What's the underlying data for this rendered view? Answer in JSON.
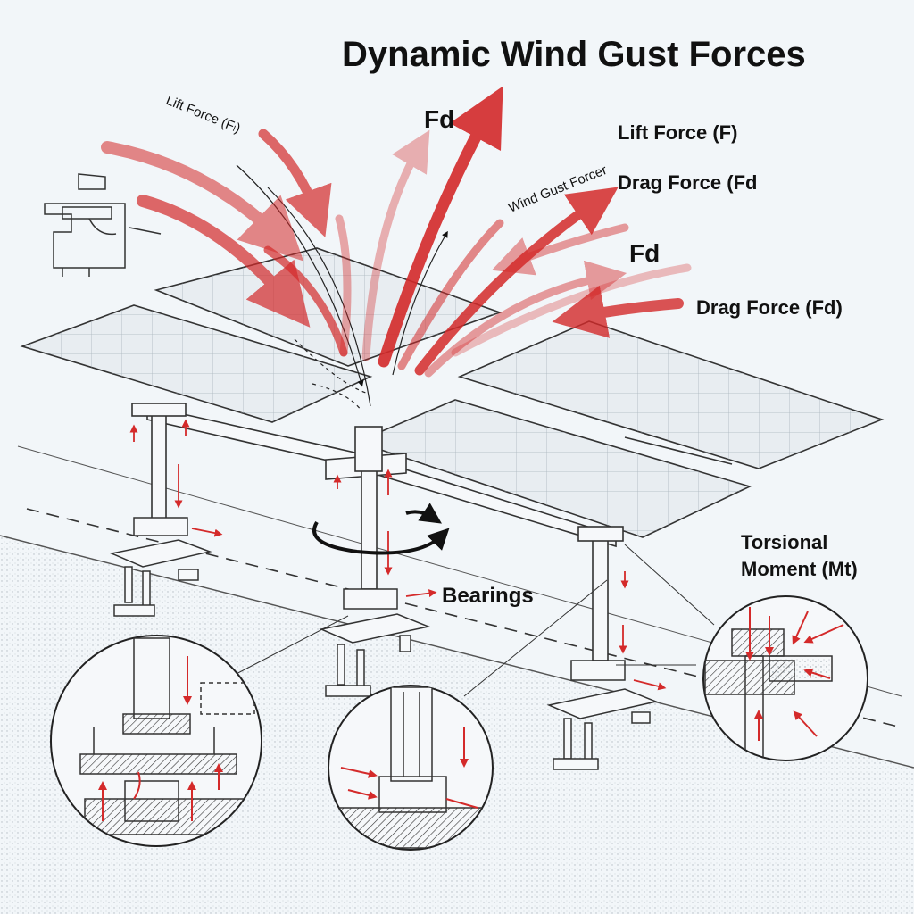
{
  "title": "Dynamic Wind Gust Forces",
  "labels": {
    "lift_force_rotated": "Lift Force (Fₗ)",
    "wind_gust": "Wind Gust Forcer",
    "fd_top": "Fd",
    "lift_force": "Lift Force (F)",
    "drag_force_1": "Drag Force (Fd",
    "fd_mid": "Fd",
    "drag_force_2": "Drag Force (Fd)",
    "torsional_line1": "Torsional",
    "torsional_line2": "Moment (Mt)",
    "bearings": "Bearings"
  },
  "colors": {
    "force_arrow": "#d42a2a",
    "linework": "#333333",
    "panel_fill": "#e8edf1",
    "background": "#f2f6f9"
  }
}
